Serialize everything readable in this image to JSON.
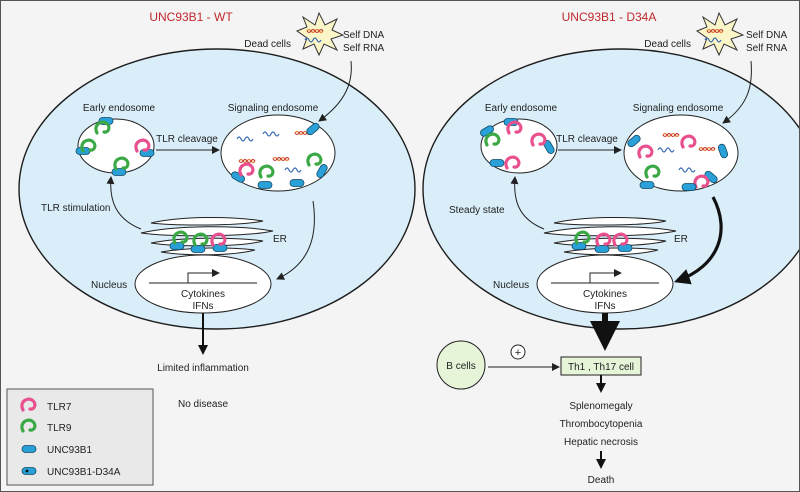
{
  "panels": {
    "wt": {
      "title": "UNC93B1 - WT",
      "dead_cells": "Dead cells",
      "self_dna": "Self DNA",
      "self_rna": "Self RNA",
      "early_endosome": "Early endosome",
      "signaling_endosome": "Signaling endosome",
      "tlr_cleavage": "TLR cleavage",
      "stimulation": "TLR stimulation",
      "er": "ER",
      "nucleus": "Nucleus",
      "cytokines": "Cytokines",
      "ifns": "IFNs",
      "outcome_1": "Limited inflammation",
      "outcome_2": "No disease"
    },
    "mut": {
      "title": "UNC93B1 - D34A",
      "dead_cells": "Dead cells",
      "self_dna": "Self DNA",
      "self_rna": "Self RNA",
      "early_endosome": "Early endosome",
      "signaling_endosome": "Signaling endosome",
      "tlr_cleavage": "TLR cleavage",
      "stimulation": "Steady state",
      "er": "ER",
      "nucleus": "Nucleus",
      "cytokines": "Cytokines",
      "ifns": "IFNs",
      "b_cells": "B cells",
      "plus": "+",
      "th_cells": "Th1 , Th17 cell",
      "outcomes": [
        "Splenomegaly",
        "Thrombocytopenia",
        "Hepatic necrosis"
      ],
      "final": "Death"
    }
  },
  "legend": {
    "items": [
      {
        "label": "TLR7",
        "icon": "tlr7-icon",
        "color": "#e8508e"
      },
      {
        "label": "TLR9",
        "icon": "tlr9-icon",
        "color": "#3aa845"
      },
      {
        "label": "UNC93B1",
        "icon": "unc93b1-icon",
        "color": "#2aa0d8"
      },
      {
        "label": "UNC93B1-D34A",
        "icon": "unc93b1-d34a-icon",
        "color": "#2aa0d8"
      }
    ]
  },
  "colors": {
    "title": "#c0282d",
    "cell_fill": "#d9eef9",
    "tlr7": "#e8508e",
    "tlr9": "#3aa845",
    "unc": "#2aa0d8",
    "th_box": "#e6f4d8"
  }
}
